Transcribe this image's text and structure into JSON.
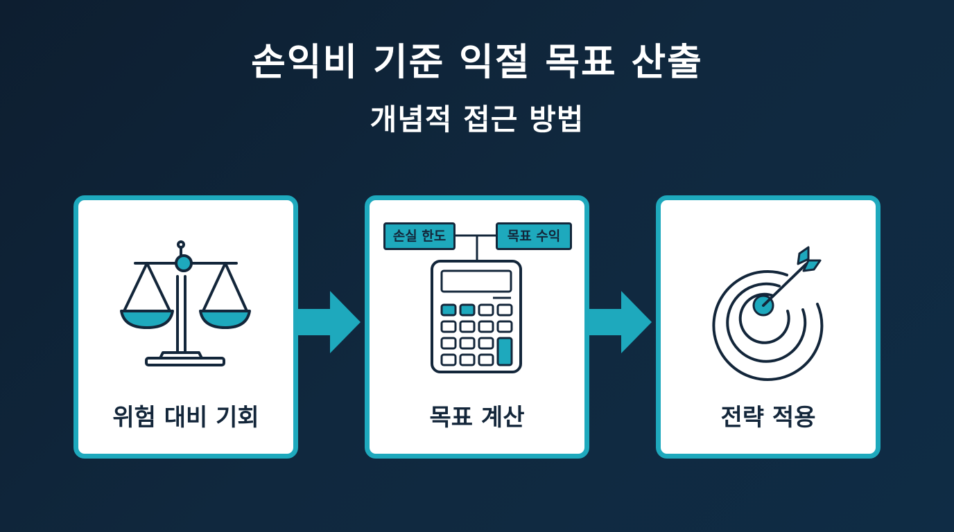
{
  "title": "손익비 기준 익절 목표 산출",
  "subtitle": "개념적 접근 방법",
  "colors": {
    "accent": "#1ea9bd",
    "ink": "#13263a",
    "card": "#ffffff"
  },
  "steps": [
    {
      "label": "위험 대비 기회",
      "icon": "balance-scale-icon"
    },
    {
      "label": "목표 계산",
      "icon": "calculator-icon",
      "tags": [
        "손실 한도",
        "목표 수익"
      ]
    },
    {
      "label": "전략 적용",
      "icon": "target-arrow-icon"
    }
  ]
}
